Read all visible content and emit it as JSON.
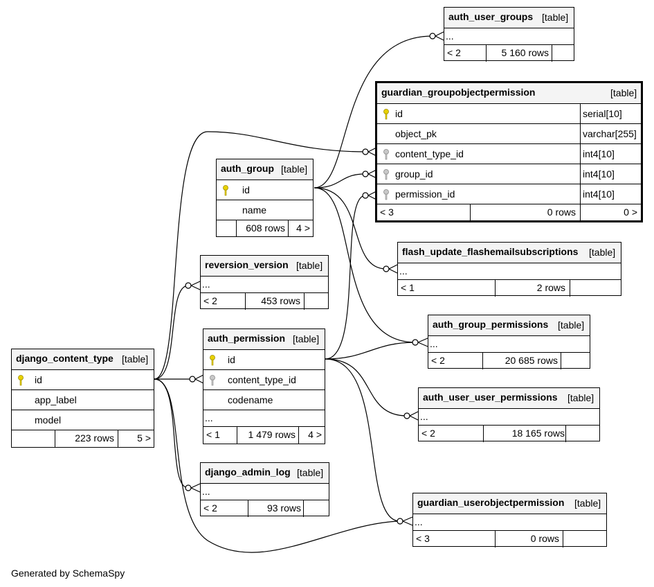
{
  "footer": "Generated by SchemaSpy",
  "kind_label": "[table]",
  "ellipsis": "...",
  "tables": {
    "auth_user_groups": {
      "name": "auth_user_groups",
      "parents": "< 2",
      "rows": "5 160 rows",
      "children": ""
    },
    "guardian_groupobjectpermission": {
      "name": "guardian_groupobjectpermission",
      "columns": [
        {
          "name": "id",
          "type": "serial[10]",
          "key": "primary"
        },
        {
          "name": "object_pk",
          "type": "varchar[255]",
          "key": ""
        },
        {
          "name": "content_type_id",
          "type": "int4[10]",
          "key": "foreign"
        },
        {
          "name": "group_id",
          "type": "int4[10]",
          "key": "foreign"
        },
        {
          "name": "permission_id",
          "type": "int4[10]",
          "key": "foreign"
        }
      ],
      "parents": "< 3",
      "rows": "0 rows",
      "children": "0 >"
    },
    "auth_group": {
      "name": "auth_group",
      "columns": [
        {
          "name": "id",
          "key": "primary"
        },
        {
          "name": "name",
          "key": ""
        }
      ],
      "parents": "",
      "rows": "608 rows",
      "children": "4 >"
    },
    "flash_update_flashemailsubscriptions": {
      "name": "flash_update_flashemailsubscriptions",
      "parents": "< 1",
      "rows": "2 rows",
      "children": ""
    },
    "reversion_version": {
      "name": "reversion_version",
      "parents": "< 2",
      "rows": "453 rows",
      "children": ""
    },
    "auth_group_permissions": {
      "name": "auth_group_permissions",
      "parents": "< 2",
      "rows": "20 685 rows",
      "children": ""
    },
    "auth_permission": {
      "name": "auth_permission",
      "columns": [
        {
          "name": "id",
          "key": "primary"
        },
        {
          "name": "content_type_id",
          "key": "foreign"
        },
        {
          "name": "codename",
          "key": ""
        }
      ],
      "parents": "< 1",
      "rows": "1 479 rows",
      "children": "4 >"
    },
    "django_content_type": {
      "name": "django_content_type",
      "columns": [
        {
          "name": "id",
          "key": "primary"
        },
        {
          "name": "app_label",
          "key": ""
        },
        {
          "name": "model",
          "key": ""
        }
      ],
      "parents": "",
      "rows": "223 rows",
      "children": "5 >"
    },
    "auth_user_user_permissions": {
      "name": "auth_user_user_permissions",
      "parents": "< 2",
      "rows": "18 165 rows",
      "children": ""
    },
    "django_admin_log": {
      "name": "django_admin_log",
      "parents": "< 2",
      "rows": "93 rows",
      "children": ""
    },
    "guardian_userobjectpermission": {
      "name": "guardian_userobjectpermission",
      "parents": "< 3",
      "rows": "0 rows",
      "children": ""
    }
  },
  "relationships": [
    {
      "from": "auth_group.id",
      "to": "auth_user_groups"
    },
    {
      "from": "auth_group.id",
      "to": "guardian_groupobjectpermission.group_id"
    },
    {
      "from": "auth_group.id",
      "to": "flash_update_flashemailsubscriptions"
    },
    {
      "from": "auth_group.id",
      "to": "auth_group_permissions"
    },
    {
      "from": "auth_permission.id",
      "to": "guardian_groupobjectpermission.permission_id"
    },
    {
      "from": "auth_permission.id",
      "to": "auth_group_permissions"
    },
    {
      "from": "auth_permission.id",
      "to": "auth_user_user_permissions"
    },
    {
      "from": "auth_permission.id",
      "to": "guardian_userobjectpermission"
    },
    {
      "from": "django_content_type.id",
      "to": "guardian_groupobjectpermission.content_type_id"
    },
    {
      "from": "django_content_type.id",
      "to": "reversion_version"
    },
    {
      "from": "django_content_type.id",
      "to": "auth_permission.content_type_id"
    },
    {
      "from": "django_content_type.id",
      "to": "django_admin_log"
    },
    {
      "from": "django_content_type.id",
      "to": "guardian_userobjectpermission"
    }
  ]
}
